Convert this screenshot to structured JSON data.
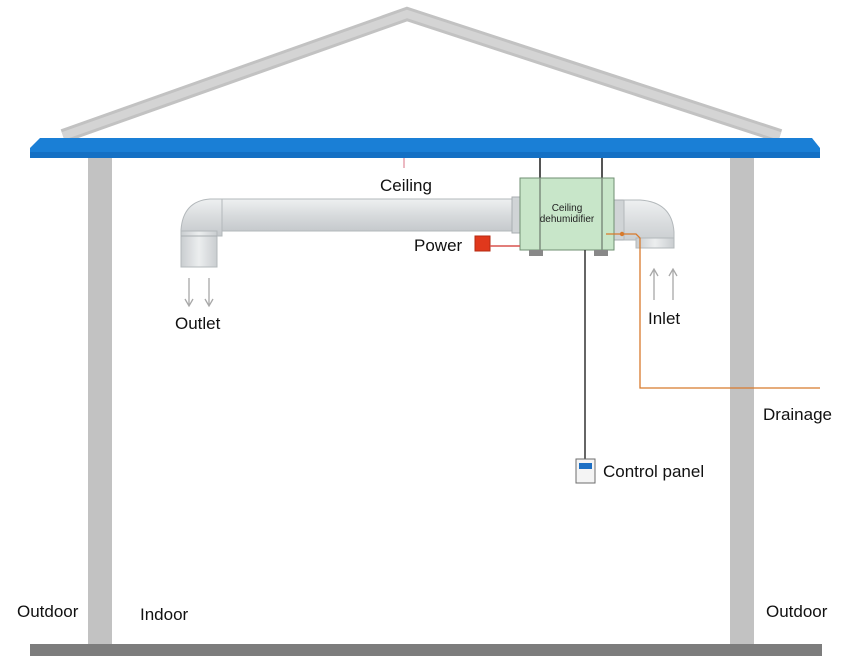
{
  "labels": {
    "ceiling": "Ceiling",
    "unit_line1": "Ceiling",
    "unit_line2": "dehumidifier",
    "power": "Power",
    "outlet": "Outlet",
    "inlet": "Inlet",
    "drainage": "Drainage",
    "control_panel": "Control panel",
    "outdoor_left": "Outdoor",
    "indoor": "Indoor",
    "outdoor_right": "Outdoor"
  },
  "colors": {
    "roof": "#1a7fd6",
    "walls": "#c2c2c2",
    "ground": "#7d7d7d",
    "unit_fill": "#c8e6c9",
    "unit_stroke": "#6f8f72",
    "power_box": "#e0381c",
    "power_wire": "#d9534f",
    "drain_line": "#d87a2c",
    "arrows": "#a8a8a8",
    "control_screen": "#1d6fc4"
  }
}
